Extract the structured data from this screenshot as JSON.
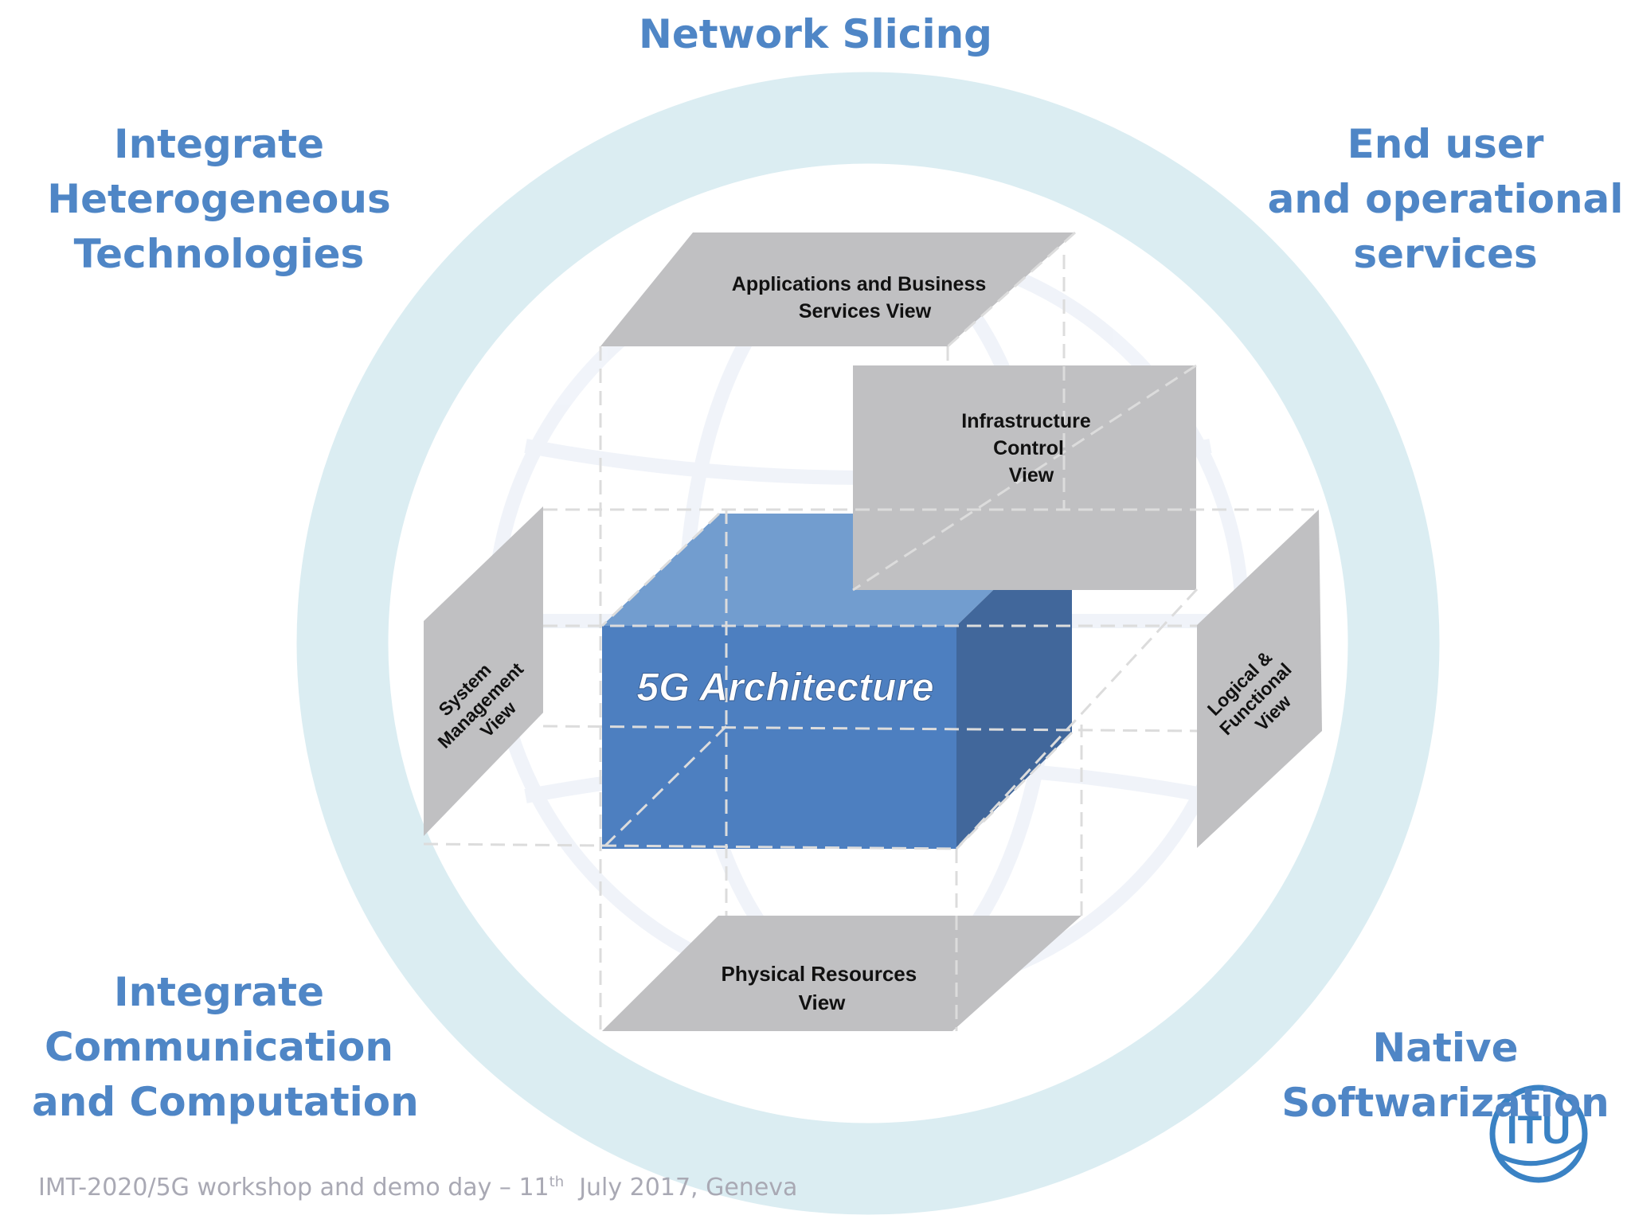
{
  "title": "Network Slicing",
  "corners": {
    "top_left": [
      "Integrate",
      "Heterogeneous",
      "Technologies"
    ],
    "top_right": [
      "End user",
      "and operational",
      "services"
    ],
    "bottom_left": [
      "Integrate",
      "Communication",
      "and Computation"
    ],
    "bottom_right": [
      "Native",
      "Softwarization"
    ]
  },
  "center": {
    "label": "5G Architecture"
  },
  "views": {
    "top": [
      "Applications and Business",
      "Services View"
    ],
    "infrastructure": [
      "Infrastructure",
      "Control",
      "View"
    ],
    "left": [
      "System",
      "Management",
      "View"
    ],
    "right": [
      "Logical &",
      "Functional",
      "View"
    ],
    "bottom": [
      "Physical Resources",
      "View"
    ]
  },
  "footer": {
    "text_before": "IMT-2020/5G workshop and demo day – 11",
    "sup": "th",
    "text_after": "  July 2017, Geneva"
  },
  "logo": {
    "text": "ITU"
  },
  "colors": {
    "ring": "#dbedf2",
    "accent_text": "#4f86c6",
    "cube_front": "#4d7fc0",
    "cube_top": "#729dcf",
    "cube_side": "#41679b",
    "panel_gray": "#c0c0c2",
    "footer_text": "#a9a9b4"
  }
}
